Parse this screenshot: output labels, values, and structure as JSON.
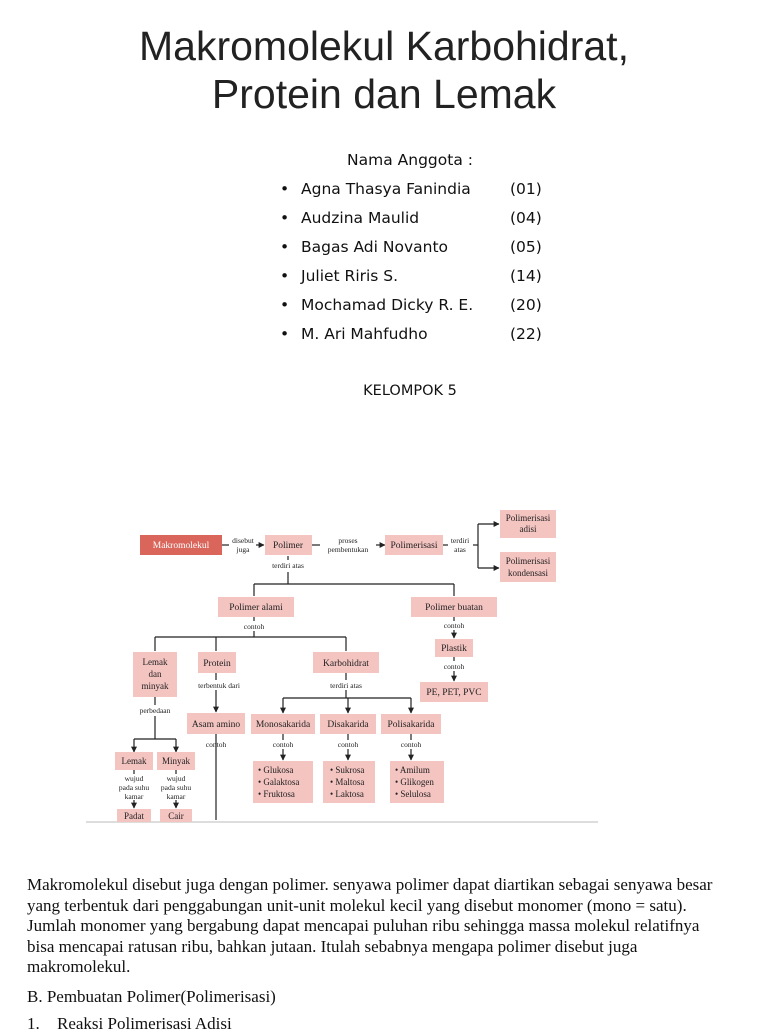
{
  "title": {
    "line1": "Makromolekul Karbohidrat,",
    "line2": "Protein dan Lemak"
  },
  "members": {
    "heading": "Nama Anggota :",
    "bullet": "•",
    "items": [
      {
        "name": "Agna Thasya Fanindia",
        "number": "(01)"
      },
      {
        "name": "Audzina Maulid",
        "number": "(04)"
      },
      {
        "name": "Bagas Adi Novanto",
        "number": "(05)"
      },
      {
        "name": "Juliet Riris S.",
        "number": "(14)"
      },
      {
        "name": "Mochamad Dicky R. E.",
        "number": "(20)"
      },
      {
        "name": "M. Ari Mahfudho",
        "number": "(22)"
      }
    ]
  },
  "group": "KELOMPOK 5",
  "diagram": {
    "colors": {
      "main": "#d9655b",
      "box": "#f4c4c1",
      "line": "#222222",
      "text": "#222222"
    },
    "makromolekul": "Makromolekul",
    "disebut": "disebut",
    "juga": "juga",
    "polimer": "Polimer",
    "proses": "proses",
    "pembentukan": "pembentukan",
    "polimerisasi": "Polimerisasi",
    "terdiri": "terdiri",
    "atas": "atas",
    "polimerisasi_adisi": [
      "Polimerisasi",
      "adisi"
    ],
    "polimerisasi_kondensasi": [
      "Polimerisasi",
      "kondensasi"
    ],
    "terdiri_atas": "terdiri atas",
    "polimer_alami": "Polimer alami",
    "polimer_buatan": "Polimer buatan",
    "contoh": "contoh",
    "plastik": "Plastik",
    "plastik_examples": "PE, PET, PVC",
    "lemak_dan_minyak": [
      "Lemak",
      "dan",
      "minyak"
    ],
    "protein": "Protein",
    "karbohidrat": "Karbohidrat",
    "terbentuk_dari": "terbentuk dari",
    "perbedaan": "perbedaan",
    "asam_amino": "Asam amino",
    "monosakarida": "Monosakarida",
    "disakarida": "Disakarida",
    "polisakarida": "Polisakarida",
    "mono_items": [
      "• Glukosa",
      "• Galaktosa",
      "• Fruktosa"
    ],
    "di_items": [
      "• Sukrosa",
      "• Maltosa",
      "• Laktosa"
    ],
    "poli_items": [
      "• Amilum",
      "• Glikogen",
      "• Selulosa"
    ],
    "lemak": "Lemak",
    "minyak": "Minyak",
    "wujud_text": [
      "wujud",
      "pada suhu",
      "kamar"
    ],
    "padat": "Padat",
    "cair": "Cair"
  },
  "paragraph": "Makromolekul disebut juga dengan polimer. senyawa polimer dapat diartikan sebagai senyawa besar yang terbentuk dari penggabungan unit-unit molekul kecil yang disebut monomer (mono = satu). Jumlah monomer yang bergabung dapat mencapai puluhan ribu sehingga massa molekul relatifnya bisa mencapai ratusan ribu, bahkan jutaan. Itulah sebabnya mengapa polimer disebut juga makromolekul.",
  "subheading": "B. Pembuatan Polimer(Polimerisasi)",
  "list_item": {
    "number": "1.",
    "text": "Reaksi Polimerisasi Adisi"
  }
}
